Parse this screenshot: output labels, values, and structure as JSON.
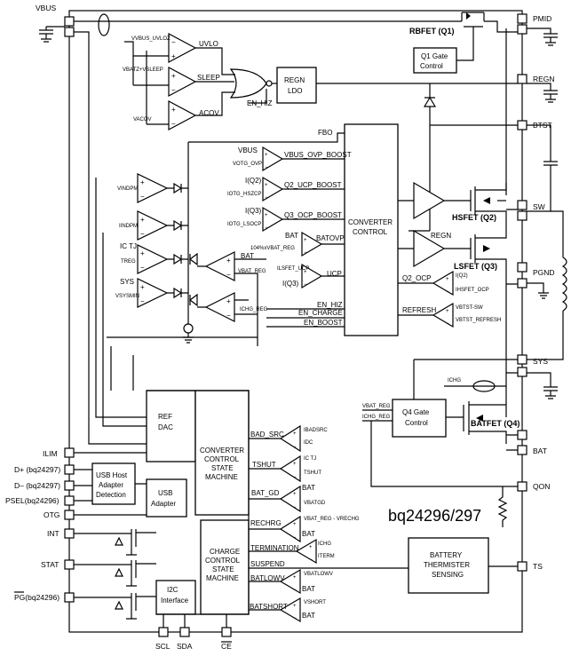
{
  "chip": {
    "part_number": "bq24296/297"
  },
  "pins": {
    "vbus": "VBUS",
    "pmid": "PMID",
    "regn": "REGN",
    "btst": "BTST",
    "sw": "SW",
    "pgnd": "PGND",
    "sys": "SYS",
    "bat": "BAT",
    "qon": "QON",
    "ts": "TS",
    "ilim": "ILIM",
    "dplus": "D+ (bq24297)",
    "dminus": "D– (bq24297)",
    "psel": "PSEL(bq24296)",
    "otg": "OTG",
    "int": "INT",
    "stat": "STAT",
    "pg": "PG(bq24296)",
    "scl": "SCL",
    "sda": "SDA",
    "ce": "CE"
  },
  "blocks": {
    "rbfet": "RBFET (Q1)",
    "q1_gate": [
      "Q1 Gate",
      "Control"
    ],
    "regn_ldo": [
      "REGN",
      "LDO"
    ],
    "converter_control": [
      "CONVERTER",
      "CONTROL"
    ],
    "hsfet": "HSFET (Q2)",
    "lsfet": "LSFET (Q3)",
    "q4_gate": [
      "Q4 Gate",
      "Control"
    ],
    "batfet": "BATFET (Q4)",
    "ref_dac": [
      "REF",
      "DAC"
    ],
    "converter_sm": [
      "CONVERTER",
      "CONTROL",
      "STATE",
      "MACHINE"
    ],
    "charge_sm": [
      "CHARGE",
      "CONTROL",
      "STATE",
      "MACHINE"
    ],
    "usb_host": [
      "USB Host",
      "Adapter",
      "Detection"
    ],
    "usb_adapter": [
      "USB",
      "Adapter"
    ],
    "i2c": [
      "I2C",
      "Interface"
    ],
    "thermistor": [
      "BATTERY",
      "THERMISTER",
      "SENSING"
    ]
  },
  "signals": {
    "uvlo": "UVLO",
    "sleep": "SLEEP",
    "acov": "ACOV",
    "en_hiz": "EN_HIZ",
    "fbo": "FBO",
    "vbus_ovp_boost": "VBUS_OVP_BOOST",
    "q2_ucp_boost": "Q2_UCP_BOOST",
    "q3_ocp_boost": "Q3_OCP_BOOST",
    "batovp": "BATOVP",
    "ucp": "UCP",
    "q2_ocp": "Q2_OCP",
    "refresh": "REFRESH",
    "en_charge": "EN_CHARGE",
    "en_boost": "EN_BOOST",
    "bad_src": "BAD_SRC",
    "tshut": "TSHUT",
    "bat_gd": "BAT_GD",
    "rechrg": "RECHRG",
    "termination": "TERMINATION",
    "suspend": "SUSPEND",
    "batlowv": "BATLOWV",
    "batshort": "BATSHORT",
    "bat": "BAT",
    "sys": "SYS",
    "vbus": "VBUS",
    "regn": "REGN",
    "vbus_uvloz": "VVBUS_UVLOZ",
    "vbatz_vsleep": "VBATZ+VSLEEP",
    "vacov": "VACOV",
    "vindpm": "VINDPM",
    "iindpm": "IINDPM",
    "ic_tj": "IC TJ",
    "treg": "TREG",
    "vsysmin": "VSYSMIN",
    "vbat_reg": "VBAT_REG",
    "ichg_reg": "ICHG_REG",
    "votg_ovp": "VOTG_OVP",
    "iq2": "I(Q2)",
    "iotg_hszcp": "IOTG_HSZCP",
    "iq3": "I(Q3)",
    "iotg_lsocp": "IOTG_LSOCP",
    "pct_vbat_reg": "104%xVBAT_REG",
    "ilsfet_ucp": "ILSFET_UCP",
    "ihsfet_ocp": "IHSFET_OCP",
    "vbtst_sw": "VBTST-SW",
    "vbtst_refresh": "VBTST_REFRESH",
    "ichg": "ICHG",
    "ibadsrc": "IBADSRC",
    "idc": "IDC",
    "tshut_ref": "TSHUT",
    "vbatgd": "VBATGD",
    "vrechg": "VBAT_REG - VRECHG",
    "iterm": "ITERM",
    "vbatlowv": "VBATLOWV",
    "vshort": "VSHORT"
  }
}
